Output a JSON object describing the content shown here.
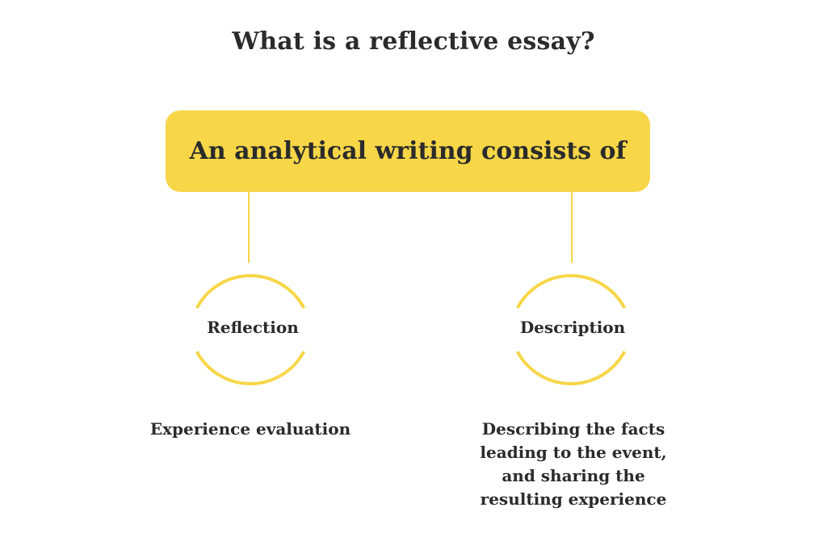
{
  "title": "What is a reflective essay?",
  "colors": {
    "accent": "#f7d648",
    "text": "#2b2b2b",
    "background": "#ffffff"
  },
  "root": {
    "label": "An analytical writing consists of"
  },
  "nodes": [
    {
      "label": "Reflection",
      "caption_lines": [
        "Experience evaluation"
      ]
    },
    {
      "label": "Description",
      "caption_lines": [
        "Describing the facts",
        "leading to the event,",
        "and sharing the",
        "resulting experience"
      ]
    }
  ]
}
